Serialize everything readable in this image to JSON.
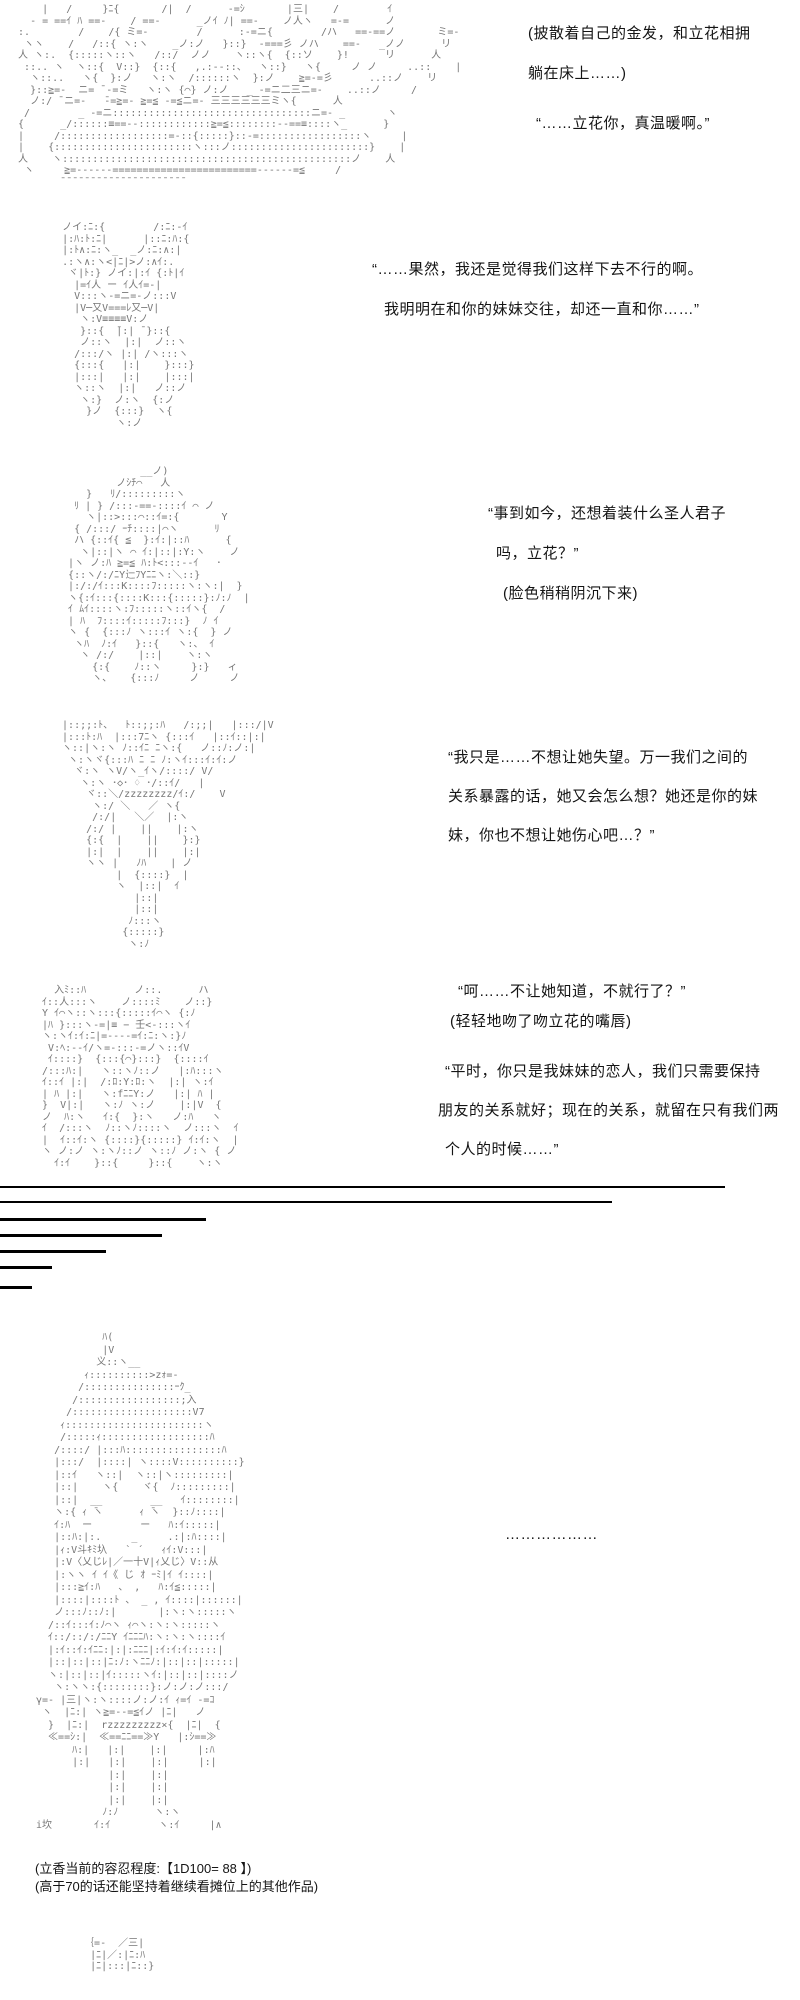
{
  "page": {
    "background": "#ffffff",
    "aa_color": "#767676",
    "text_color": "#141414",
    "divider_color": "#000000"
  },
  "panels": [
    {
      "name": "panel-1",
      "aa": [
        "      |   /     }ﾆ{       /|  /      -=ｼ       |三|    /        ｲ",
        "    - = ==ｲ ﾊ ==-    / ==-      _ノｲ ﾉ| ==-    ノ人ヽ   =-=      ノ",
        "  :.        /    /{ ミ=-        /      :-=ニ{        /ハ   ==-==ノ       ミ=-",
        "   ヽヽ    /   /::{ ヽ:ヽ    _ノ:ノ   }::}  -===彡 ノハ    ==-   _ノノ      リ",
        "  人 ヽ:.  {:::::ヽ::ヽ   /::/  ノノ    ヽ::ヽ{  {::ソ    }!      リ      人",
        "   ::.. ヽ  ヽ::{  V::}  {::{   ,.:--::、  ヽ::}   ヽ{     ノ ノ     ..::    |",
        "    ヽ::..   ヽ{  }:ノ   ヽ:ヽ  /::::::ヽ  }:ノ    ≧=-=彡      ..::ノ    リ",
        "    }::≧=-  ニ= ̄ -=ミ   ヽ:ヽ {⌒} ノ:ノ   _ -=ニ二三ニ=-    ..::ノ     /",
        "    ノ:/ ̄ ニ=-   ̄-=≧=- ≧=≦ -=≦ニ=- 三三三三三三ミヽ{      人",
        "   /        _ -=ニ:::::::::::::::::::::::::::::::::ニ=- _       ヽ",
        "  {      _/::::::≡==--::::::::::::≧=≦::::::::--==≡::::ヽ_      }",
        "  |     /::::::::::::::::::=-::{:::::}::-=:::::::::::::::::ヽ     |",
        "  |    {:::::::::::::::::::::::ヽ:::ノ:::::::::::::::::::::::}    |",
        "  人    ヽ::::::::::::::::::::::::::::::::::::::::::::::::ノ    人",
        "   ヽ     ≧=------========================------=≦     /",
        "         ̄ ̄ ̄ ̄ ̄ ̄ ̄ ̄ ̄ ̄ ̄ ̄ ̄ ̄ ̄ ̄ ̄ ̄ ̄ ̄ ̄"
      ],
      "text": [
        "(披散着自己的金发，和立花相拥",
        "躺在床上……)",
        "“……立花你，真温暖啊。”"
      ]
    },
    {
      "name": "panel-2",
      "aa": [
        "    ノイ:ﾆ:{        /:ﾆ:-ｲ",
        "    |:ﾊ:ﾄ:ﾆ|      |::ﾆ:ﾊ:{",
        "    |:ﾄ∧:ﾆ:ヽ_  _ノ:ﾆ:∧:|",
        "    .:ヽ∧:ヽ<|ﾆ|>ノ:∧ｲ:.",
        "     ヾ|ﾄ:} ノイ:|:ｲ {:ﾄ|ｲ",
        "      |=ｲ人 ー ｲ人ｲ=-|",
        "      V:::ヽ-=ニ=-ノ:::V",
        "      |V─又V===ﾚ又─V|",
        "       ヽ:V≡≡≡≡V:ノ",
        "       }::{  ̄|:| ̄ }::{",
        "       ノ::ヽ  |:|  ノ::ヽ",
        "      /:::/ヽ |:| /ヽ:::ヽ",
        "      {:::{   |:|    }:::}",
        "      |:::|   |:|    |:::|",
        "      ヽ::ヽ  |:|   ノ::ノ",
        "       ヽ:}  ノ:ヽ  {:ノ",
        "        }ノ  {:::}  ヽ{",
        "             ヽ:ノ"
      ],
      "text": [
        "“……果然，我还是觉得我们这样下去不行的啊。",
        "我明明在和你的妹妹交往，却还一直和你……”"
      ]
    },
    {
      "name": "panel-3",
      "aa": [
        "               __ノ)",
        "           ノｼﾁ⌒   人",
        "      }   ﾘ/:::::::::ヽ",
        "    ﾘ | } /:::-==-::::ｲ ⌒ ノ",
        "      ヽ|::>:::⌒::ｲ=:{       Y",
        "    { /:::/ ｰﾁ::::|⌒ヽ      ﾘ",
        "    ハ {::ｲ{ ≦  }:ｲ:|::ﾊ      {",
        "     ヽ|::|ヽ ⌒ ｲ:|::|:Y:ヽ    ノ",
        "   |ヽ ノ:ﾊ ≧=≦ ﾊ:ﾄ<:::--ｲ   ･",
        "   {::ヽ/:/ﾆY辷ﾌYﾆﾆヽ:＼::}",
        "   |:/:/ｲ:::K::::ﾌ:::::ヽ:ヽ:|  }",
        "   ヽ{:ｲ:::{::::K:::{:::::}:ﾉ:ﾉ  |",
        "   ｲ ﾑｲ::::ヽ:ﾌ:::::ヽ::ｲヽ{  /",
        "   | ﾊ  ﾌ::::ｲ:::::ﾌ:::}  ﾉ ｲ",
        "   ヽ {  {:::ﾉ ヽ:::ｲ ヽ:{  } ノ",
        "    ヽﾊ  ﾉ:ｲ   }::{   ヽ:、 ｲ",
        "     ヽ /:/    |::|    ヽ:ヽ",
        "       {:{    ﾉ::ヽ     }:}   ィ",
        "       ヽ、   {:::ﾉ     ノ     ノ"
      ],
      "text": [
        "“事到如今，还想着装什么圣人君子",
        "吗，立花？”",
        "(脸色稍稍阴沉下来)"
      ]
    },
    {
      "name": "panel-4",
      "aa": [
        "  |::;;:ﾄ、  ﾄ::;;:ﾊ   /:;;|   |:::/|V",
        "  |:::ﾄ:ﾊ  |:::7ﾆヽ {:::ｲ   |::ｲ::|:|",
        "  ヽ::|ヽ:ヽ ﾉ::ｲﾆ ﾆヽ:{   ノ::ﾉ:ノ:|",
        "   ヽ:ヽヾ{:::ﾊ ﾆ ﾆ ﾉ:ヽｲ:::ｲ:ｲ:ノ",
        "    ヾ:ヽ ヽV/ヽ_ｲヽ/::::/ V/",
        "     ヽ:ヽ ･◇･ ♢ ･/::ｲ/   |",
        "      ヾ::＼/zzzzzzzz/ｲ:/    V",
        "       ヽ:/ ＼   ／ ヽ{",
        "       /:/|   ＼／  |:ヽ",
        "      /:/ |    ||    |:ヽ",
        "      {:{  |    ||    }:}",
        "      |:|  |    ||    |:|",
        "      ヽヽ |   ﾉﾊ    | ノ",
        "           |  {::::}  |",
        "           ヽ  |::|  ｲ",
        "              |::|",
        "              |::|",
        "             ﾉ:::ヽ",
        "            {:::::}",
        "             ヽ:ﾉ"
      ],
      "text": [
        "“我只是……不想让她失望。万一我们之间的",
        "关系暴露的话，她又会怎么想？她还是你的妹",
        "妹，你也不想让她伤心吧…？”"
      ]
    },
    {
      "name": "panel-5",
      "aa": [
        "    入ﾐ::ﾊ        ノ::.      ハ",
        "  ｲ::人:::ヽ    ノ::::ﾐ    ノ::}",
        "  Y ｲ⌒ヽ::ヽ:::{:::::ｲ⌒ヽ {:ﾉ",
        "  |ﾊ }:::ヽ-=|≡ − 壬<-:::ヽｲ",
        "  ヽ:ヽｲ:ｲ:ﾆ|=----=ｲ:ﾆ:ヽ:}ﾉ",
        "   V:ﾍ:--ｲ/ヽ=-:::-=ノヽ::ｲV",
        "   ｲ::::}  {:::{⌒}:::}  {::::ｲ",
        "  /:::ﾊ:|   ヽ::ヽﾉ::ノ   |:ﾊ:::ヽ",
        "  ｲ::ｲ |:|  /:ﾛ:Y:ﾛ:ヽ  |:| ヽ:ｲ",
        "  | ﾊ |:|   ヽ:fﾆﾆY:ノ   |:| ﾊ |",
        "  }  V|:|   ヽ:ﾉ ヽ:ノ    |:|V  {",
        "  ノ  ﾊ:ヽ   ｲ:{  }:ヽ   ノ:ﾊ   ヽ",
        "  ｲ  /:::ヽ  ﾉ::ヽﾉ::::ヽ  ノ:::ヽ  ｲ",
        "  |  ｲ::ｲ:ヽ {::::}{:::::} ｲ:ｲ:ヽ  |",
        "  ヽ ノ:ノ ヽ:ヽﾉ::ノ ヽ::ﾉ ノ:ヽ { ノ",
        "    ｲ:ｲ    }::{     }::{    ヽ:ヽ"
      ],
      "text": [
        "“呵……不让她知道，不就行了？”",
        "(轻轻地吻了吻立花的嘴唇)",
        "“平时，你只是我妹妹的恋人，我们只需要保持",
        "朋友的关系就好；现在的关系，就留在只有我们两",
        "个人的时候……”"
      ]
    }
  ],
  "big_figure": {
    "caption": "………………",
    "aa": [
      "            ﾊ(",
      "            |V",
      "           义::ヽ__",
      "         ｨ::::::::::>zｫ=-",
      "        /:::::::::::::::ｰｸ_",
      "       /:::::::::::::::::;入",
      "      /::::::::::::::::::::V7",
      "     ｨ:::::::::::::::::::::::ヽ",
      "     /:::::ｨ::::::::::::::::::ﾊ",
      "    /::::/ |:::ﾊ::::::::::::::::ﾊ",
      "    |:::/  |::::| ヽ::::V::::::::::}",
      "    |::ｲ   ヽ::|  ヽ::|ヽ:::::::::|",
      "    |::|    ヽ{    ヾ{  ﾉ:::::::::|",
      "    |::|  __        __   ｲ::::::::|",
      "    ヽ:{ ｨ ̄ヽ      ｨ ̄ヽ  }::ﾉ::::|",
      "    ｲ:ﾊ  ー        ー   ﾊ:ｲ:::::|",
      "    |::ﾊ:|:.     _     .:|:ﾊ::::|",
      "    |ｨ:V斗ｷﾐ圦   ` ´   ｨｲ:V:::|",
      "    |:V〈乂じﾚ|／一十V|ｨ乂じ〉V::从",
      "    |:ヽヽ ｲ ｲ《 じ ｵ ｰﾐ|ｲ ｲ::::|",
      "    |:::≧ｲ:ﾊ   、 ,   ﾊ:ｲ≦:::::|",
      "    |::::|::::ﾄ 、 _ , ｲ::::|::::::|",
      "    ノ:::ﾉ::ﾉ:|       |:ヽ:ヽ:::::ヽ",
      "   /::ｲ:::ｲ:ﾉ⌒ヽ ｨ⌒ヽ:ヽ:ヽ:::::ヽ",
      "   ｲ::/::/:/ﾆﾆY ｲﾆﾆﾆﾊ:ヽ:ヽ:ヽ::::ｲ",
      "   |:ｲ::ｲ:ｲﾆﾆ:|:|:ﾆﾆﾆ|:ｲ:ｲ:ｲ:::::|",
      "   |::|::|::|ﾆ:ﾉ:ヽﾆﾆﾉ:|::|::|:::::|",
      "   ヽ:|::|::|ｲ:::::ヽｲ:|::|::|::::ノ",
      "    ヽ:ヽヽ:{::::::::}:ノ:ノ:ノ:::/",
      " γ=- |三|ヽ:ヽ::::ノ:ノ:ｲ ｨ=ｲ -=ｺ",
      "  ヽ  |ﾆ:| ヽ≧=--=≦ｲノ |ﾆ|   ノ",
      "   }  |ﾆ:|  rzzzzzzzzz×{  |ﾆ|  {",
      "   ≪==ｼ:|  ≪==ﾆﾆ==≫Y   |:ｼ==≫",
      "       ﾊ:|   |:|    |:|     |:ﾊ",
      "       |:|   |:|    |:|     |:|",
      "             |:|    |:|",
      "             |:|    |:|",
      "             |:|    |:|",
      "            ﾉ:ﾉ      ヽ:ヽ",
      " i坎       ｲ:ｲ        ヽ:ｲ     |∧"
    ]
  },
  "footer": {
    "roll_line": "(立香当前的容忍程度:【1D100= 88 】)",
    "note_line": "(高于70的话还能坚持着继续看摊位上的其他作品)"
  },
  "next_panel_fragment": {
    "aa": [
      "   ｛=-  ／三|",
      "    |ﾆ|／:|ﾆ:ﾊ",
      "    |ﾆ|:::|ﾆ::}"
    ]
  }
}
